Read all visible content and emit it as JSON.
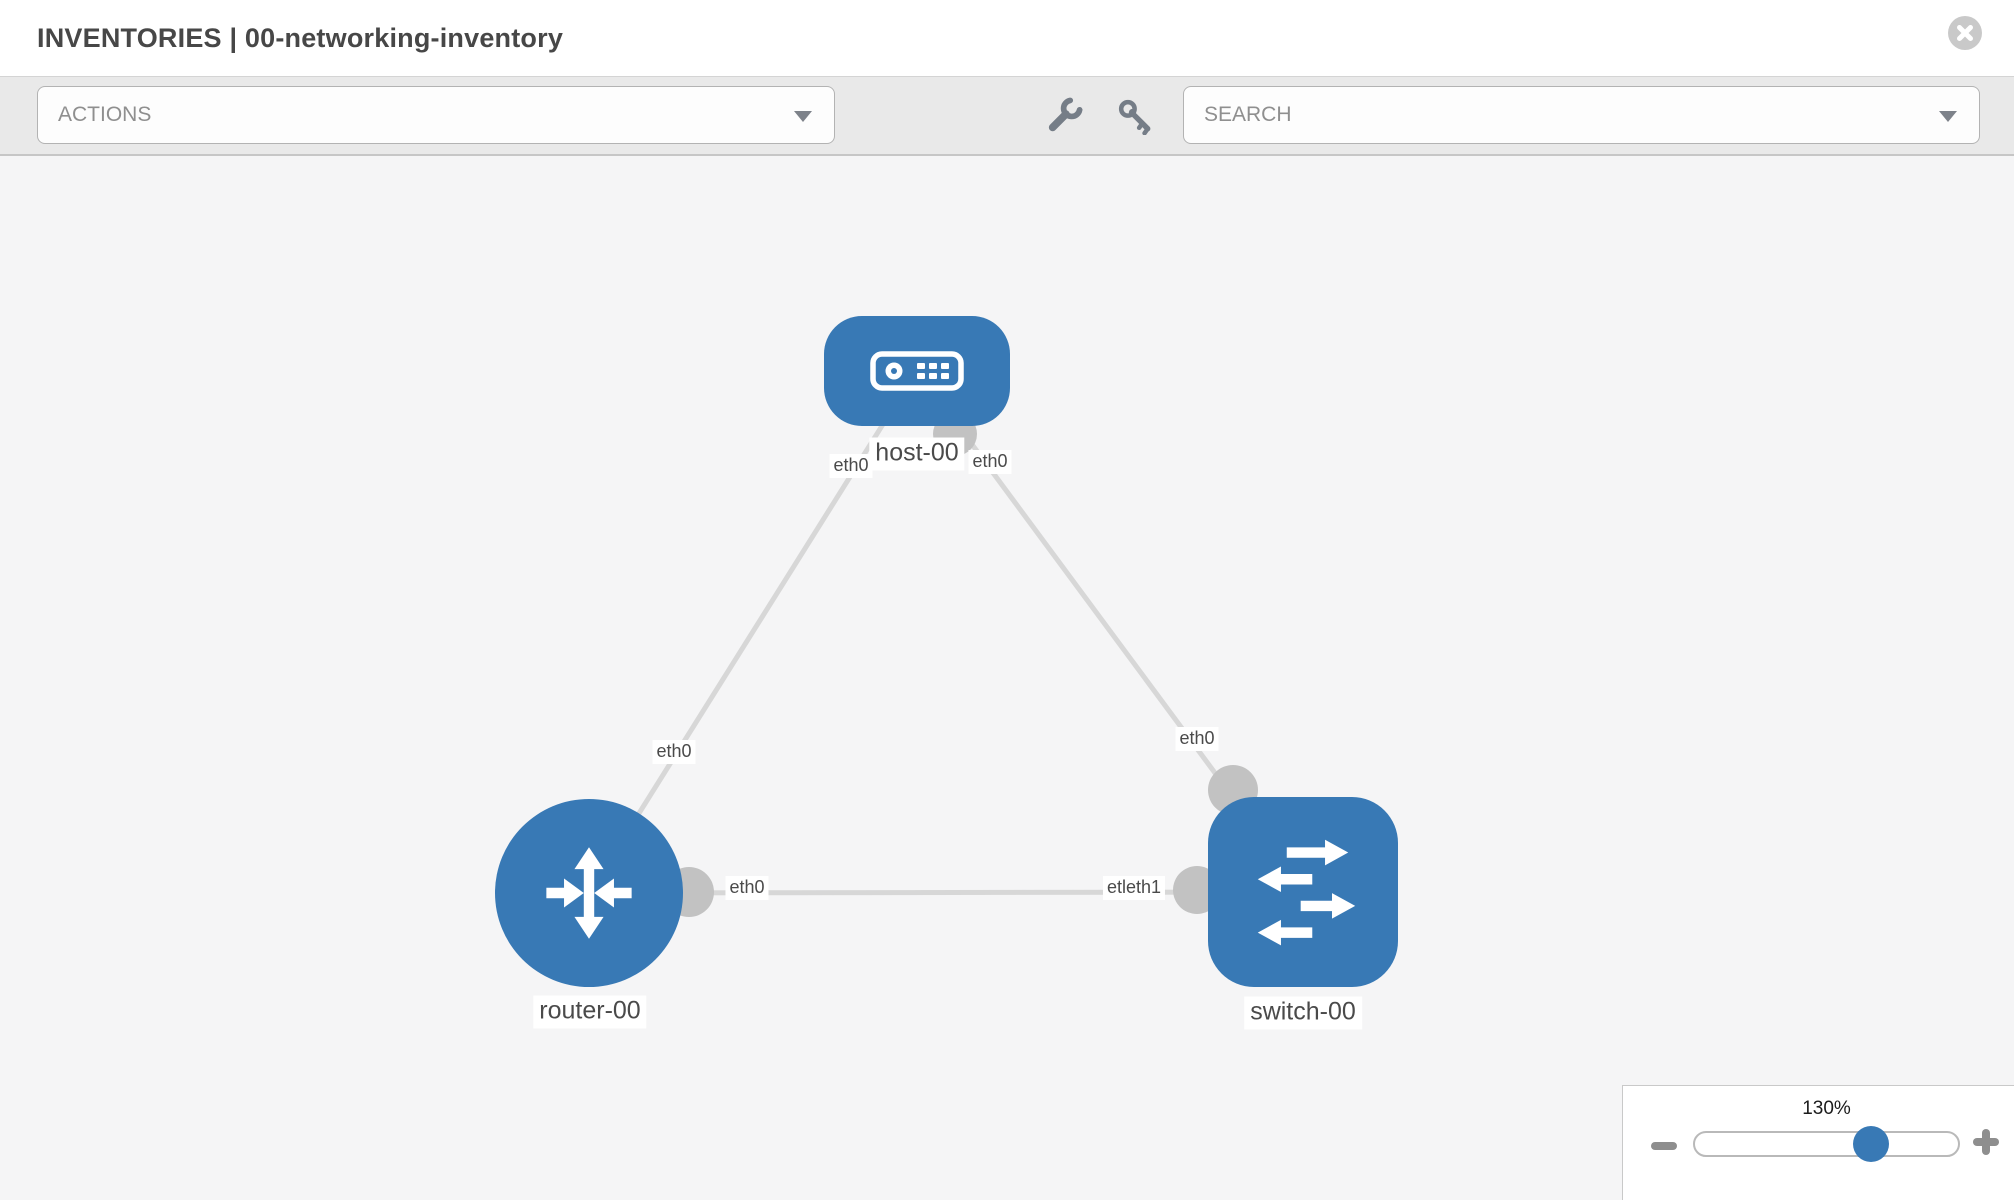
{
  "header": {
    "title": "INVENTORIES | 00-networking-inventory"
  },
  "toolbar": {
    "actions_label": "ACTIONS",
    "search_label": "SEARCH",
    "icons": [
      "wrench-icon",
      "key-icon"
    ]
  },
  "topology": {
    "nodes": [
      {
        "id": "host-00",
        "label": "host-00",
        "type": "host",
        "shape": "rounded-rect",
        "color": "#3879b5"
      },
      {
        "id": "router-00",
        "label": "router-00",
        "type": "router",
        "shape": "circle",
        "color": "#3879b5"
      },
      {
        "id": "switch-00",
        "label": "switch-00",
        "type": "switch",
        "shape": "rounded-rect",
        "color": "#3879b5"
      }
    ],
    "links": [
      {
        "from": "host-00",
        "to": "router-00",
        "from_port": "eth0",
        "to_port": "eth0"
      },
      {
        "from": "host-00",
        "to": "switch-00",
        "from_port": "eth0",
        "to_port": "eth0"
      },
      {
        "from": "router-00",
        "to": "switch-00",
        "from_port": "eth0",
        "to_port": "eth1"
      }
    ],
    "port_labels": [
      {
        "text": "eth0"
      },
      {
        "text": "eth0"
      },
      {
        "text": "eth0"
      },
      {
        "text": "eth0"
      },
      {
        "text": "eth0"
      },
      {
        "text": "etleth1"
      }
    ],
    "link_color": "#d7d7d7",
    "port_circle_color": "#c2c2c2"
  },
  "zoom": {
    "level_label": "130%",
    "value_percent": 130
  }
}
